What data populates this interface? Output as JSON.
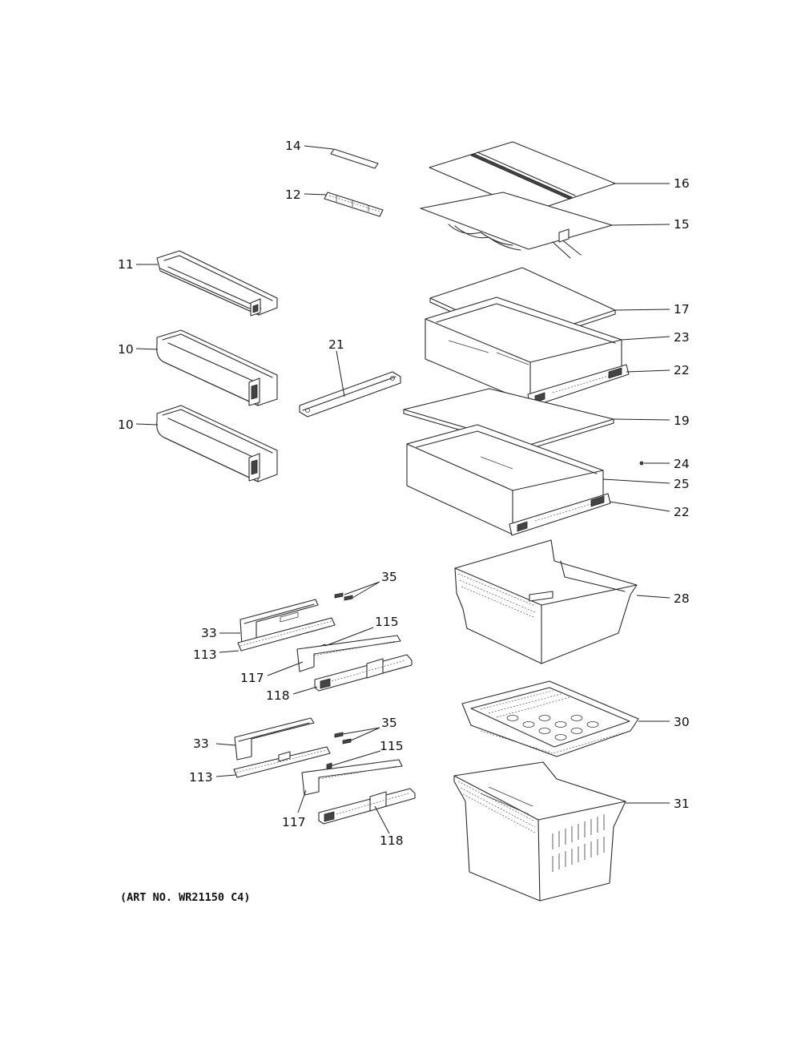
{
  "art_number": "(ART NO. WR21150 C4)",
  "callouts": {
    "c14": "14",
    "c12": "12",
    "c11": "11",
    "c10a": "10",
    "c10b": "10",
    "c21": "21",
    "c16": "16",
    "c15": "15",
    "c17": "17",
    "c23": "23",
    "c22a": "22",
    "c19": "19",
    "c24": "24",
    "c25": "25",
    "c22b": "22",
    "c28": "28",
    "c35a": "35",
    "c33a": "33",
    "c113a": "113",
    "c115a": "115",
    "c117a": "117",
    "c118a": "118",
    "c30": "30",
    "c35b": "35",
    "c33b": "33",
    "c113b": "113",
    "c115b": "115",
    "c117b": "117",
    "c118b": "118",
    "c31": "31"
  }
}
